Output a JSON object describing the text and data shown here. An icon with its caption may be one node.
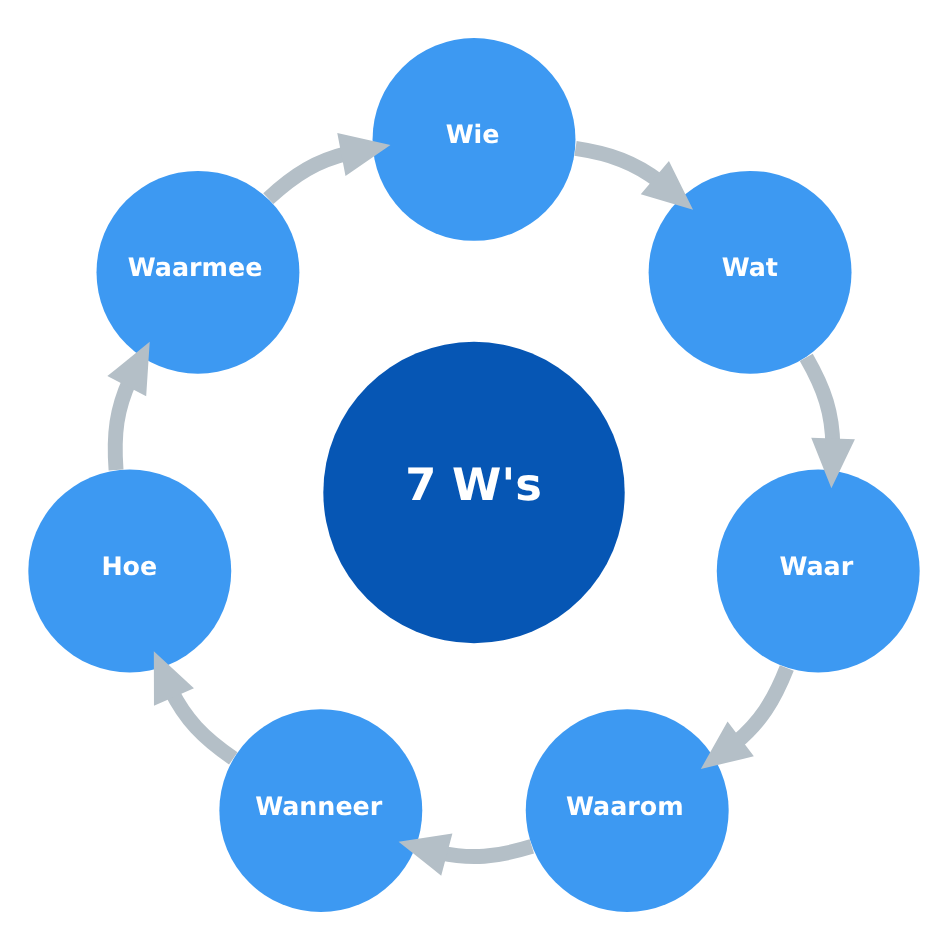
{
  "diagram": {
    "nodes": [
      {
        "text": [
          "7 W's"
        ]
      },
      {
        "text": [
          "Wie"
        ]
      },
      {
        "text": [
          "Wat"
        ]
      },
      {
        "text": [
          "Waar"
        ]
      },
      {
        "text": [
          "Waarom"
        ]
      },
      {
        "text": [
          "Wanneer"
        ]
      },
      {
        "text": [
          "Hoe"
        ]
      },
      {
        "text": [
          "Waarmee"
        ]
      }
    ],
    "edges": [
      {
        "from": 1,
        "to": 2,
        "arrow": "to"
      },
      {
        "from": 2,
        "to": 3,
        "arrow": "to"
      },
      {
        "from": 3,
        "to": 4,
        "arrow": "to"
      },
      {
        "from": 4,
        "to": 5,
        "arrow": "to"
      },
      {
        "from": 5,
        "to": 6,
        "arrow": "to"
      },
      {
        "from": 6,
        "to": 7,
        "arrow": "to"
      },
      {
        "from": 7,
        "to": 1,
        "arrow": "to"
      }
    ]
  }
}
